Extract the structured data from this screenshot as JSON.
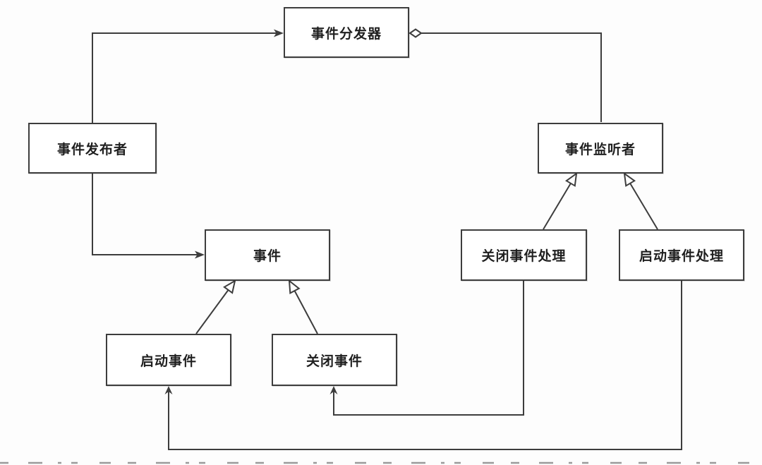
{
  "diagram": {
    "kind": "uml-event-system-diagram",
    "nodes": {
      "dispatcher": {
        "label": "事件分发器"
      },
      "publisher": {
        "label": "事件发布者"
      },
      "listener": {
        "label": "事件监听者"
      },
      "event": {
        "label": "事件"
      },
      "start_event": {
        "label": "启动事件"
      },
      "close_event": {
        "label": "关闭事件"
      },
      "close_handler": {
        "label": "关闭事件处理"
      },
      "start_handler": {
        "label": "启动事件处理"
      }
    },
    "edges": [
      {
        "from": "事件发布者",
        "to": "事件分发器",
        "type": "directed-arrow"
      },
      {
        "from": "事件发布者",
        "to": "事件",
        "type": "directed-arrow"
      },
      {
        "from": "事件分发器",
        "to": "事件监听者",
        "type": "aggregation-hollow-diamond"
      },
      {
        "from": "启动事件",
        "to": "事件",
        "type": "generalization-hollow-triangle"
      },
      {
        "from": "关闭事件",
        "to": "事件",
        "type": "generalization-hollow-triangle"
      },
      {
        "from": "关闭事件处理",
        "to": "事件监听者",
        "type": "generalization-hollow-triangle"
      },
      {
        "from": "启动事件处理",
        "to": "事件监听者",
        "type": "generalization-hollow-triangle"
      },
      {
        "from": "关闭事件处理",
        "to": "关闭事件",
        "type": "directed-arrow"
      },
      {
        "from": "启动事件处理",
        "to": "启动事件",
        "type": "directed-arrow"
      }
    ],
    "colors": {
      "background": "#fdfdfd",
      "box_fill": "#ffffff",
      "box_border": "#3d3d3d",
      "line": "#3d3d3d",
      "text": "#1f1f1f",
      "bottom_artifact": "#9a9a9a"
    }
  }
}
